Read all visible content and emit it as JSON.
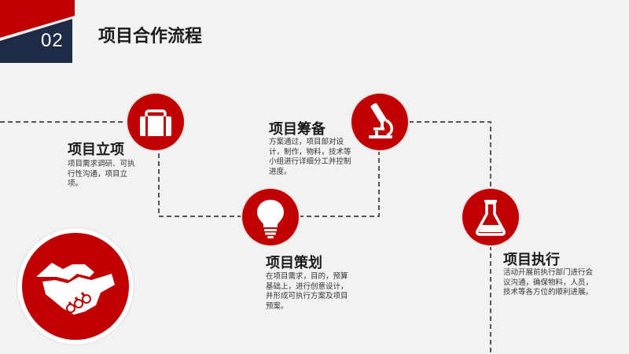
{
  "section": {
    "number": "02",
    "title": "项目合作流程"
  },
  "colors": {
    "accent": "#c00000",
    "navy": "#1f2a44",
    "line": "#555555"
  },
  "steps": [
    {
      "icon": "briefcase-icon",
      "title": "项目立项",
      "desc": "项目需求调研、可执行性沟通，项目立项。"
    },
    {
      "icon": "lightbulb-icon",
      "title": "项目策划",
      "desc": "在项目需求，目的，预算基础上，进行创意设计，并形成可执行方案及项目预案。"
    },
    {
      "icon": "microscope-icon",
      "title": "项目筹备",
      "desc": "方案通过，项目部对设计，制作，物料，技术等小组进行详细分工并控制进度。"
    },
    {
      "icon": "flask-icon",
      "title": "项目执行",
      "desc": "活动开展前执行部门进行会议沟通，确保物料，人员，技术等各方位的顺利进展。"
    }
  ],
  "decor": {
    "icon": "handshake-icon"
  }
}
